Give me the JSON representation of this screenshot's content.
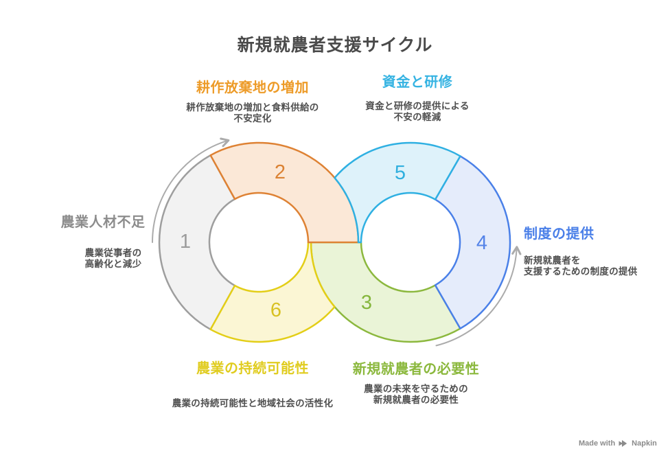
{
  "title": "新規就農者支援サイクル",
  "title_color": "#4A4A4A",
  "background_color": "#FFFFFF",
  "arrow_color": "#ABABAB",
  "desc_color": "#4F4F4F",
  "watermark": {
    "made_with": "Made with",
    "brand": "Napkin",
    "color": "#8B8B8B"
  },
  "segments": [
    {
      "num": "1",
      "heading": "農業人材不足",
      "desc": "農業従事者の\n高齢化と減少",
      "heading_color": "#8C8C8C",
      "num_color": "#9C9C9C",
      "stroke": "#9E9E9E",
      "fill": "#F2F2F2"
    },
    {
      "num": "2",
      "heading": "耕作放棄地の増加",
      "desc": "耕作放棄地の増加と食料供給の\n不安定化",
      "heading_color": "#ED9B28",
      "num_color": "#DB8233",
      "stroke": "#DE8234",
      "fill": "#FBE8D7"
    },
    {
      "num": "3",
      "heading": "新規就農者の必要性",
      "desc": "農業の未来を守るための\n新規就農者の必要性",
      "heading_color": "#8BB83D",
      "num_color": "#85B63C",
      "stroke": "#8CB83E",
      "fill": "#EAF4D7"
    },
    {
      "num": "4",
      "heading": "制度の提供",
      "desc": "新規就農者を\n支援するための制度の提供",
      "heading_color": "#4A7FE8",
      "num_color": "#5483E8",
      "stroke": "#4A80E8",
      "fill": "#E5ECFB"
    },
    {
      "num": "5",
      "heading": "資金と研修",
      "desc": "資金と研修の提供による\n不安の軽減",
      "heading_color": "#35B3E2",
      "num_color": "#2FAFDE",
      "stroke": "#2FB0E2",
      "fill": "#DEF2FA"
    },
    {
      "num": "6",
      "heading": "農業の持続可能性",
      "desc": "農業の持続可能性と地域社会の活性化",
      "heading_color": "#E0CC1F",
      "num_color": "#D8C122",
      "stroke": "#E3CE17",
      "fill": "#FBF6D4"
    }
  ]
}
